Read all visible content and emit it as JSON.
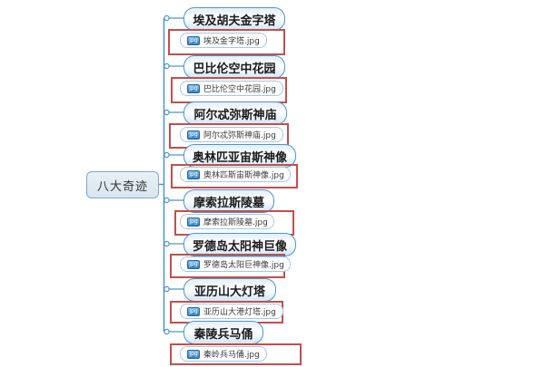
{
  "root": {
    "label": "八大奇迹"
  },
  "branches": [
    {
      "label": "埃及胡夫金字塔",
      "attachment": "埃及金字塔.jpg"
    },
    {
      "label": "巴比伦空中花园",
      "attachment": "巴比伦空中花园.jpg"
    },
    {
      "label": "阿尔忒弥斯神庙",
      "attachment": "阿尔忒弥斯神庙.jpg"
    },
    {
      "label": "奥林匹亚宙斯神像",
      "attachment": "奥林匹斯宙斯神像.jpg"
    },
    {
      "label": "摩索拉斯陵墓",
      "attachment": "摩索拉斯陵墓.jpg"
    },
    {
      "label": "罗德岛太阳神巨像",
      "attachment": "罗德岛太阳巨神像.jpg"
    },
    {
      "label": "亚历山大灯塔",
      "attachment": "亚历山大港灯塔.jpg"
    },
    {
      "label": "秦陵兵马俑",
      "attachment": "秦岭兵马俑.jpg"
    }
  ],
  "attachment_icon": {
    "name": "jpg-file-icon",
    "badge": "jpg"
  },
  "colors": {
    "node_border_blue": "#4f94cd",
    "annotation_red": "#c0504d",
    "icon_blue": "#2e7bbf",
    "root_fill": "#dde8f0"
  }
}
